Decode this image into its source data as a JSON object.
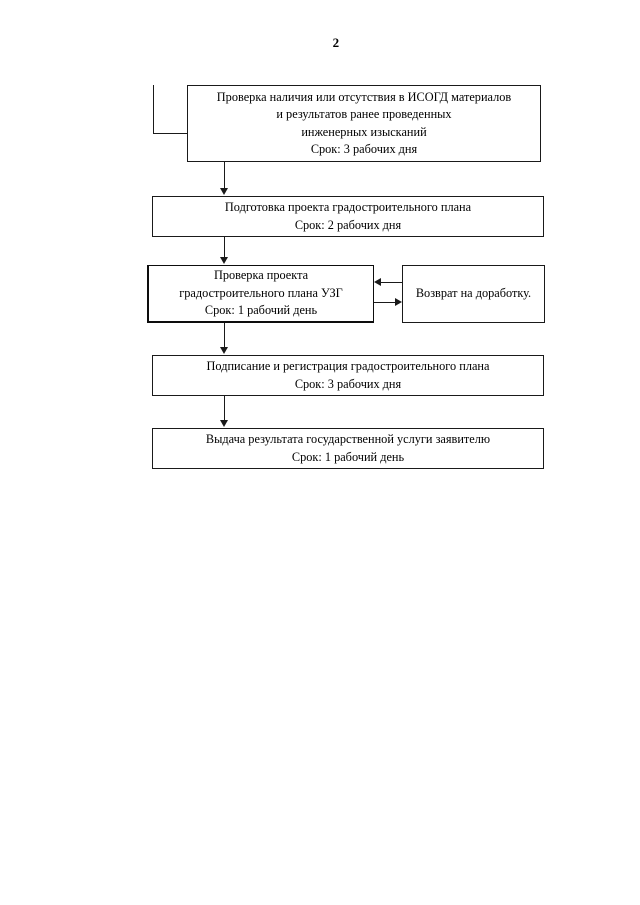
{
  "document": {
    "page_number": "2"
  },
  "flowchart": {
    "nodes": [
      {
        "id": "isogd-check",
        "lines": [
          "Проверка наличия или отсутствия в ИСОГД материалов",
          "и результатов ранее проведенных",
          "инженерных изысканий",
          "Срок: 3 рабочих дня"
        ]
      },
      {
        "id": "prepare-draft",
        "lines": [
          "Подготовка проекта градостроительного плана",
          "Срок: 2 рабочих дня"
        ]
      },
      {
        "id": "check-uzg",
        "lines": [
          "Проверка проекта",
          "градостроительного плана УЗГ",
          "Срок: 1 рабочий день"
        ]
      },
      {
        "id": "return-for-revision",
        "lines": [
          "Возврат на доработку."
        ]
      },
      {
        "id": "sign-register",
        "lines": [
          "Подписание и регистрация градостроительного плана",
          "Срок: 3 рабочих дня"
        ]
      },
      {
        "id": "issue-result",
        "lines": [
          "Выдача результата государственной услуги заявителю",
          "Срок: 1 рабочий день"
        ]
      }
    ],
    "colors": {
      "line": "#1a1a1a",
      "box_fill": "#ffffff",
      "text": "#000000"
    }
  }
}
